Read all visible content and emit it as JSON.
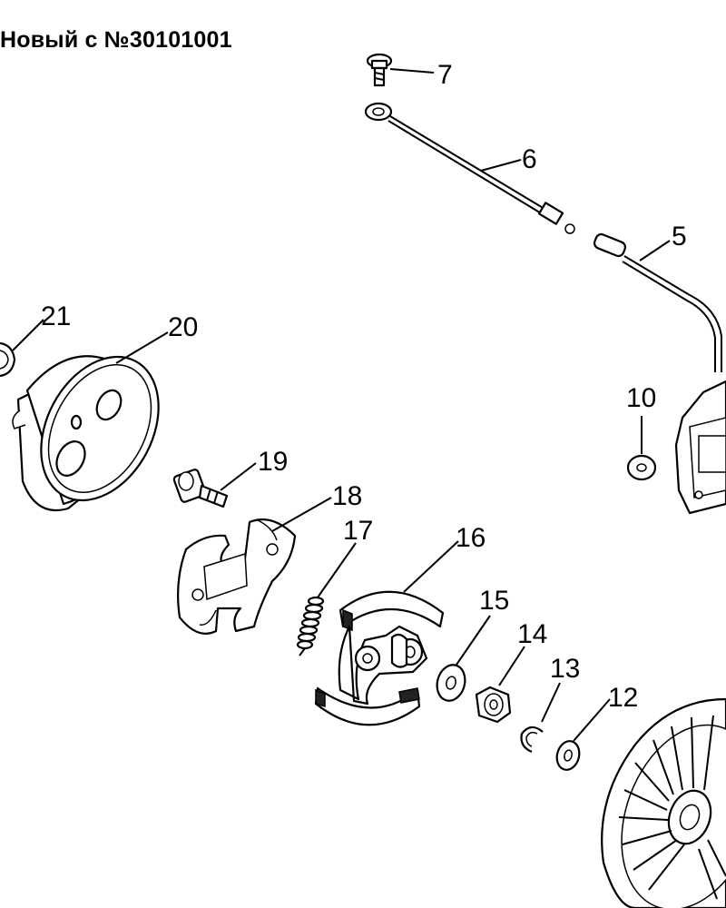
{
  "title": "Новый с №30101001",
  "callouts": {
    "c5": "5",
    "c6": "6",
    "c7": "7",
    "c10": "10",
    "c12": "12",
    "c13": "13",
    "c14": "14",
    "c15": "15",
    "c16": "16",
    "c17": "17",
    "c18": "18",
    "c19": "19",
    "c20": "20",
    "c21": "21"
  },
  "colors": {
    "line": "#000000",
    "background": "#ffffff"
  }
}
